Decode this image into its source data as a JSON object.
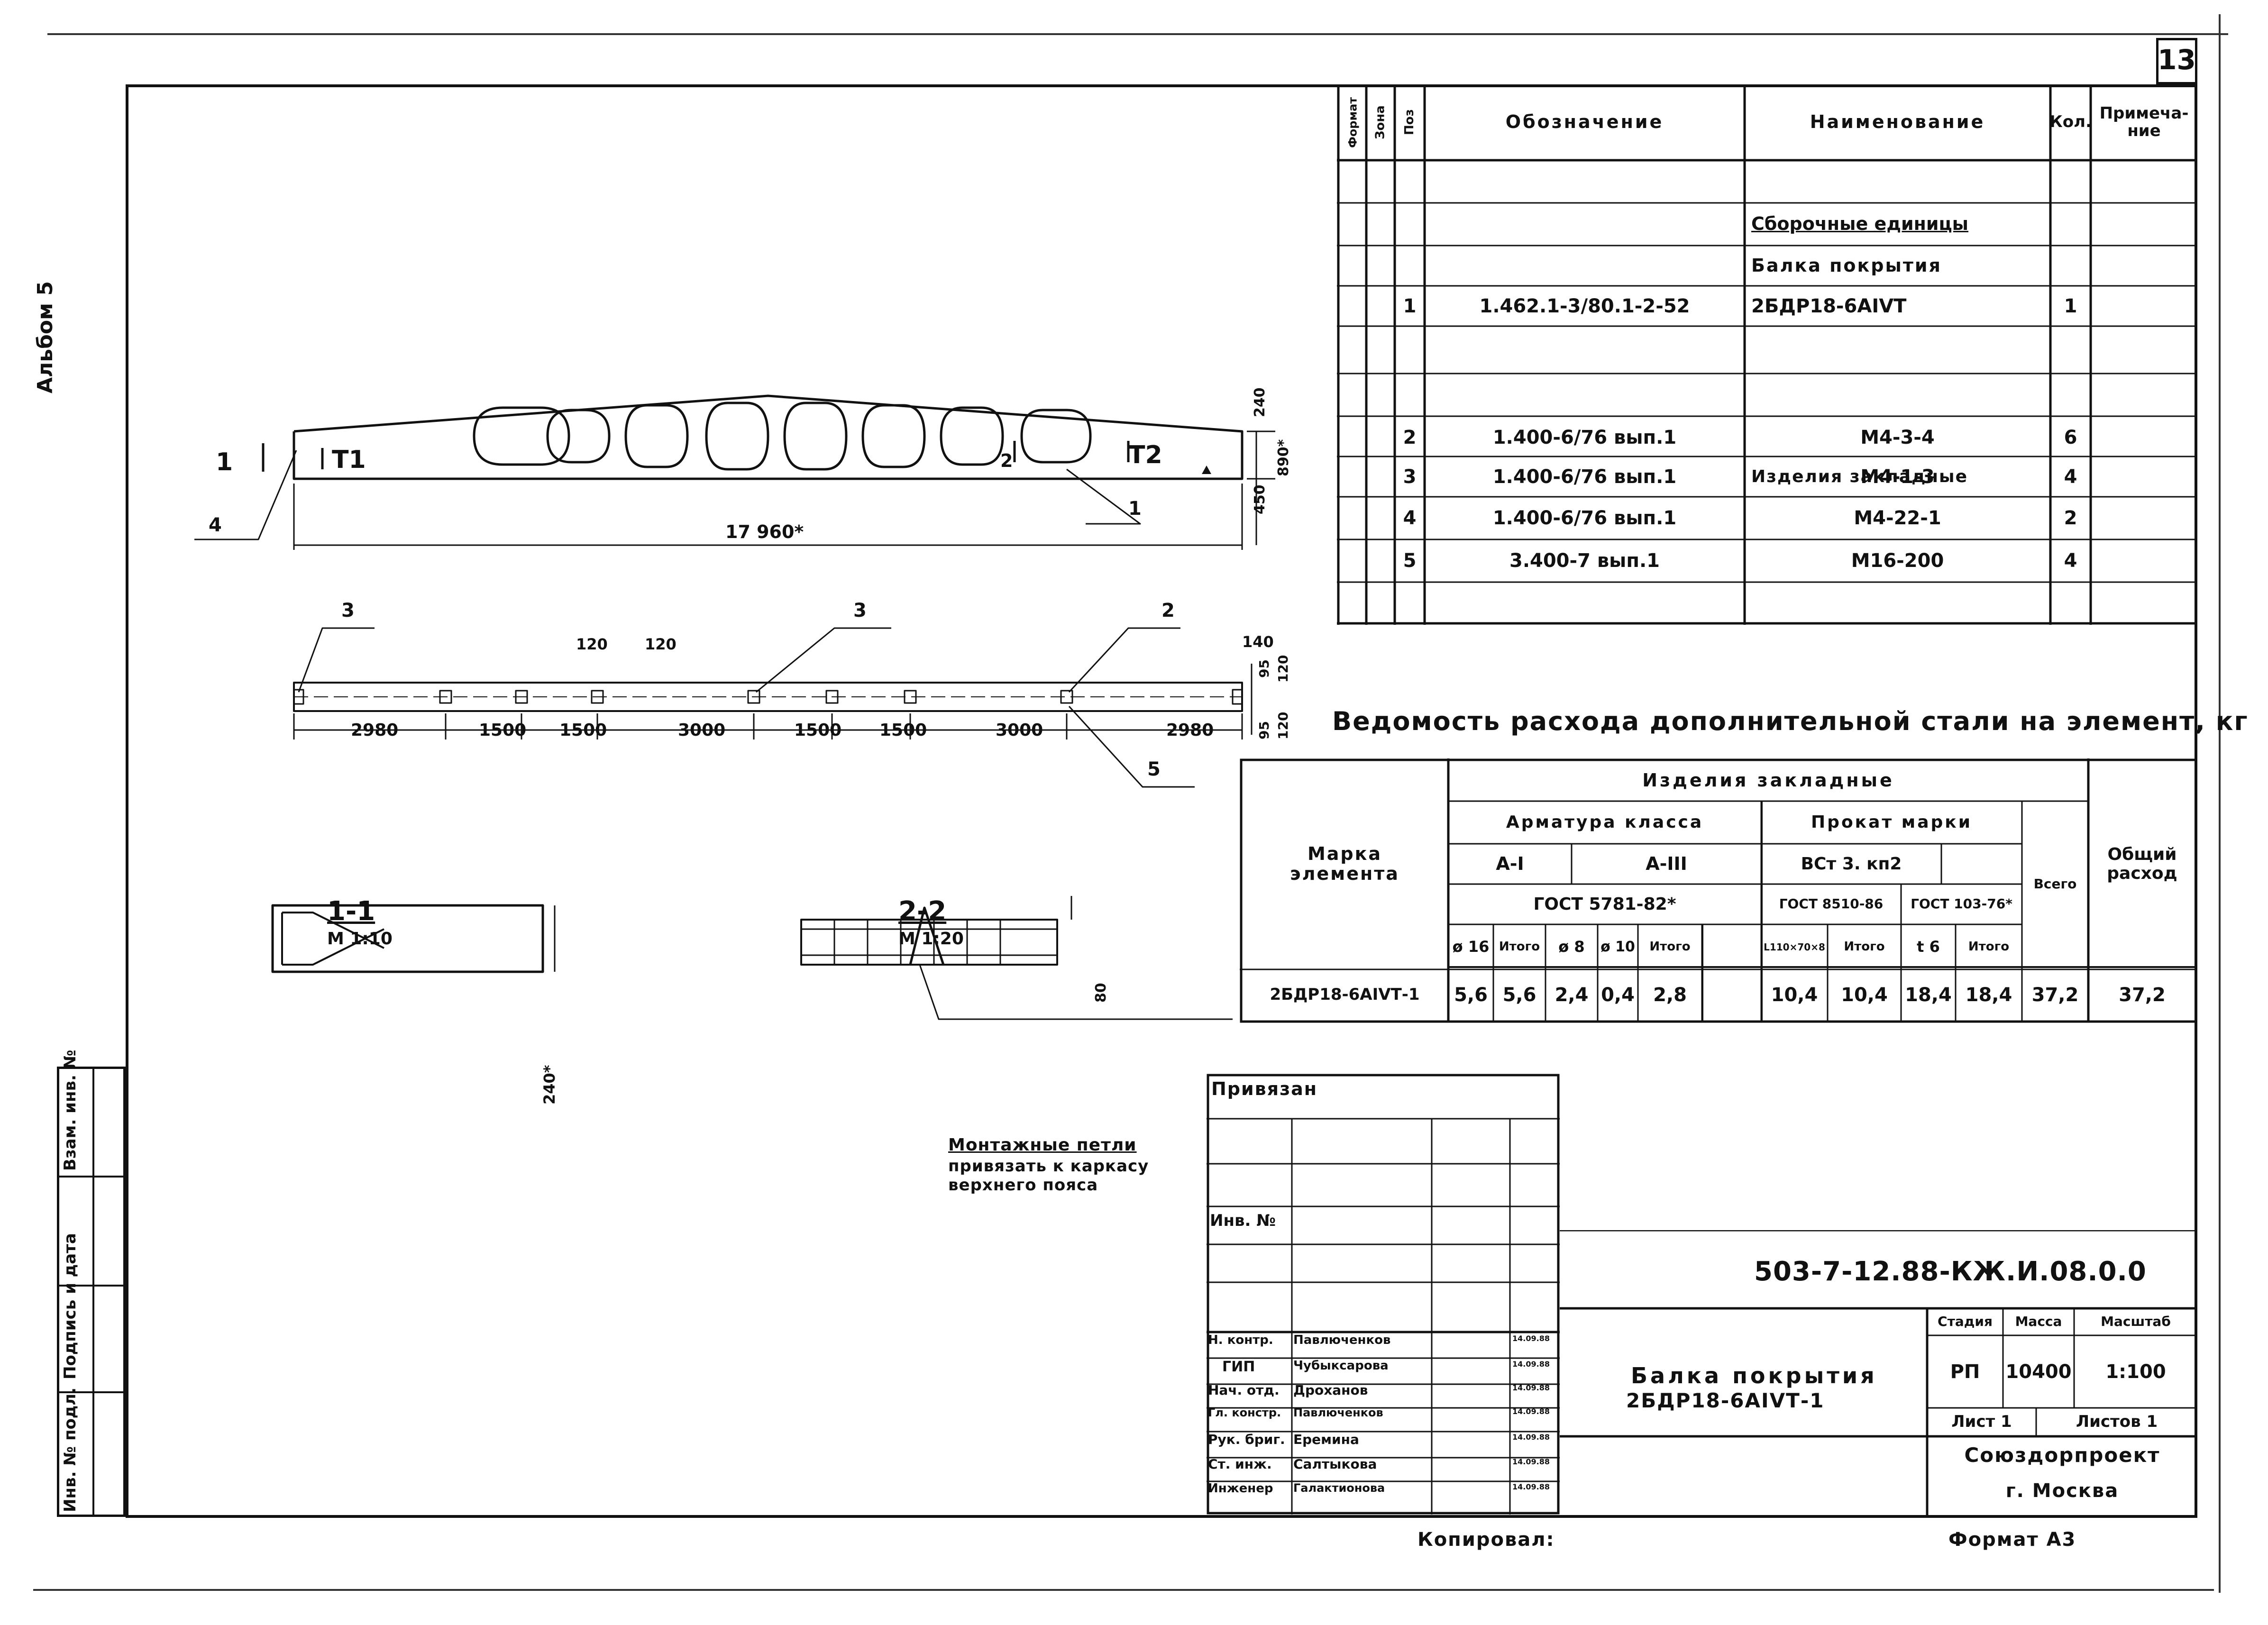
{
  "sheet": {
    "page_number": "13",
    "album": "Альбом 5",
    "copied": "Копировал:",
    "format": "Формат А3"
  },
  "spec": {
    "headers": [
      "Формат",
      "Зона",
      "Поз",
      "Обозначение",
      "Наименование",
      "Кол.",
      "Примеча-\nние"
    ],
    "section_assemblies": "Сборочные единицы",
    "beam_group": "Балка покрытия",
    "section_embedded": "Изделия закладные",
    "rows": [
      {
        "pos": "1",
        "designation": "1.462.1-3/80.1-2-52",
        "name": "2БДР18-6АIVТ",
        "qty": "1"
      },
      {
        "pos": "2",
        "designation": "1.400-6/76  вып.1",
        "name": "М4-3-4",
        "qty": "6"
      },
      {
        "pos": "3",
        "designation": "1.400-6/76  вып.1",
        "name": "М4-1-3",
        "qty": "4"
      },
      {
        "pos": "4",
        "designation": "1.400-6/76  вып.1",
        "name": "М4-22-1",
        "qty": "2"
      },
      {
        "pos": "5",
        "designation": "3.400-7  вып.1",
        "name": "М16-200",
        "qty": "4"
      }
    ]
  },
  "steel": {
    "title": "Ведомость расхода дополнительной стали на элемент, кг",
    "h_embedded": "Изделия закладные",
    "h_element": "Марка\nэлемента",
    "h_rebar": "Арматура класса",
    "h_rolled": "Прокат марки",
    "h_total_all": "Общий\nрасход",
    "h_ai": "А-I",
    "h_aiii": "А-III",
    "h_vst": "ВСт 3. кп2",
    "h_gost1": "ГОСТ 5781-82*",
    "h_gost2": "ГОСТ 8510-86",
    "h_gost3": "ГОСТ 103-76*",
    "h_vsego": "Всего",
    "subheads": [
      "ø 16",
      "Итого",
      "ø 8",
      "ø 10",
      "Итого",
      "L110×70×8",
      "Итого",
      "t 6",
      "Итого"
    ],
    "row": {
      "mark": "2БДР18-6АIVТ-1",
      "values": [
        "5,6",
        "5,6",
        "2,4",
        "0,4",
        "2,8",
        "10,4",
        "10,4",
        "18,4",
        "18,4",
        "37,2",
        "37,2"
      ]
    }
  },
  "drawing": {
    "dim_total": "17 960*",
    "dim_240": "240",
    "dim_890": "890*",
    "dim_450": "450",
    "plan_dims": [
      "2980",
      "1500",
      "1500",
      "3000",
      "1500",
      "1500",
      "3000",
      "2980"
    ],
    "dim_120a": "120",
    "dim_120b": "120",
    "dim_140": "140",
    "dim_95a": "95",
    "dim_120c": "120",
    "dim_95b": "95",
    "dim_120d": "120",
    "dim_80": "80",
    "dim_240b": "240*",
    "callouts": [
      "1",
      "2",
      "3",
      "4",
      "5"
    ],
    "section_marks": [
      "1",
      "T1",
      "T2",
      "2"
    ],
    "sec1_title": "1-1",
    "sec1_scale": "М 1:10",
    "sec2_title": "2-2",
    "sec2_scale": "М 1:20",
    "note1": "Монтажные петли",
    "note2": "привязать к каркасу",
    "note3": "верхнего пояса"
  },
  "stamp_left": [
    "Инв. № подл.",
    "Подпись и дата",
    "Взам. инв. №"
  ],
  "bind_box": {
    "title": "Привязан",
    "inv": "Инв. №"
  },
  "title_block": {
    "code": "503-7-12.88-КЖ.И.08.0.0",
    "object_l1": "Балка покрытия",
    "object_l2": "2БДР18-6АIVТ-1",
    "h_stage": "Стадия",
    "h_mass": "Масса",
    "h_scale": "Масштаб",
    "stage": "РП",
    "mass": "10400",
    "scale": "1:100",
    "sheet": "Лист 1",
    "sheets": "Листов 1",
    "org1": "Союздорпроект",
    "org2": "г. Москва",
    "people": [
      {
        "role": "Н. контр.",
        "name": "Павлюченков",
        "date": "14.09.88"
      },
      {
        "role": "ГИП",
        "name": "Чубыксарова",
        "date": "14.09.88"
      },
      {
        "role": "Нач. отд.",
        "name": "Дроханов",
        "date": "14.09.88"
      },
      {
        "role": "Гл. констр.",
        "name": "Павлюченков",
        "date": "14.09.88"
      },
      {
        "role": "Рук. бриг.",
        "name": "Еремина",
        "date": "14.09.88"
      },
      {
        "role": "Ст. инж.",
        "name": "Салтыкова",
        "date": "14.09.88"
      },
      {
        "role": "Инженер",
        "name": "Галактионова",
        "date": "14.09.88"
      }
    ]
  }
}
